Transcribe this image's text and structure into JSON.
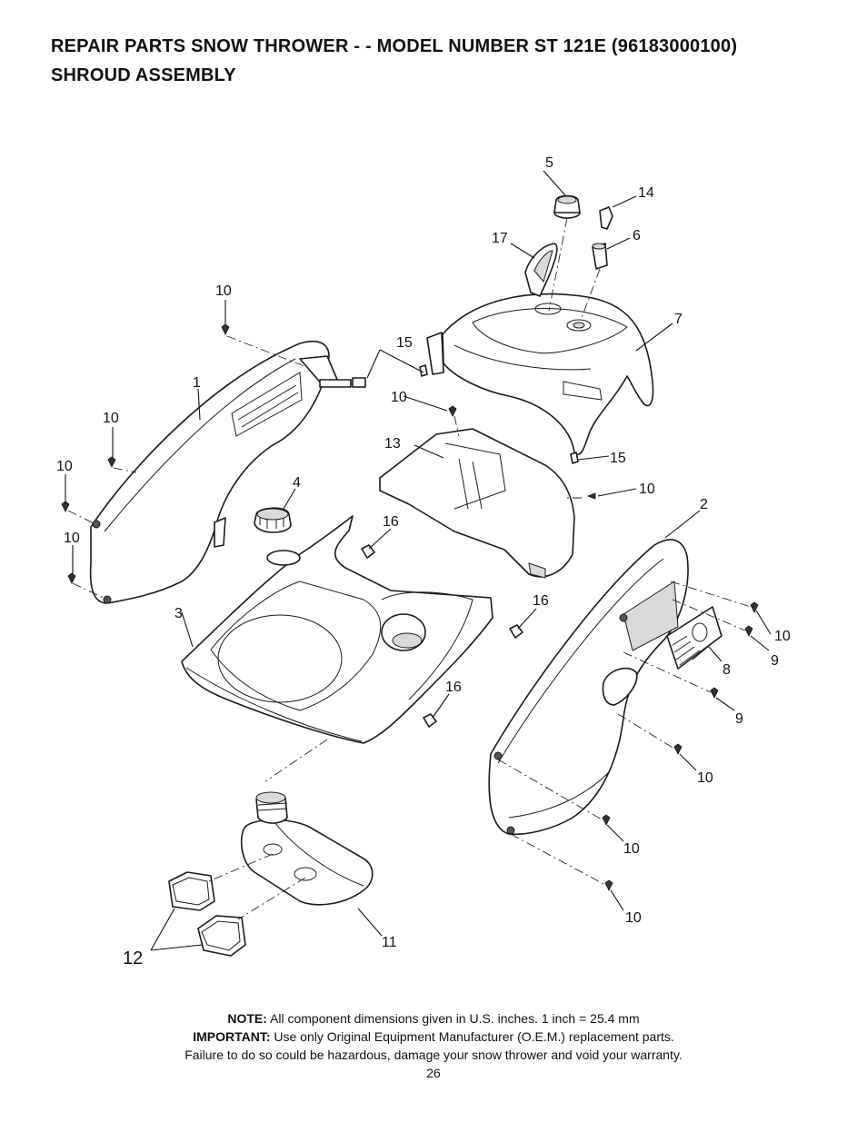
{
  "header": {
    "title_line1": "REPAIR PARTS  SNOW THROWER - - MODEL NUMBER  ST 121E (96183000100)",
    "title_line2": "SHROUD ASSEMBLY"
  },
  "diagram": {
    "callouts": {
      "c1": "1",
      "c2": "2",
      "c3": "3",
      "c4": "4",
      "c5": "5",
      "c6": "6",
      "c7": "7",
      "c8": "8",
      "c9a": "9",
      "c9b": "9",
      "c10a": "10",
      "c10b": "10",
      "c10c": "10",
      "c10d": "10",
      "c10e": "10",
      "c10f": "10",
      "c10g": "10",
      "c10h": "10",
      "c10i": "10",
      "c10j": "10",
      "c11": "11",
      "c12": "12",
      "c13": "13",
      "c14": "14",
      "c15a": "15",
      "c15b": "15",
      "c16a": "16",
      "c16b": "16",
      "c16c": "16",
      "c17": "17"
    }
  },
  "footer": {
    "note_label": "NOTE:",
    "note_text": "All component dimensions given in U.S. inches.    1 inch = 25.4 mm",
    "important_label": "IMPORTANT:",
    "important_text": "Use only Original Equipment Manufacturer (O.E.M.) replacement parts.",
    "warning_text": "Failure to do so could be hazardous, damage your snow thrower and void your warranty.",
    "page_number": "26"
  }
}
